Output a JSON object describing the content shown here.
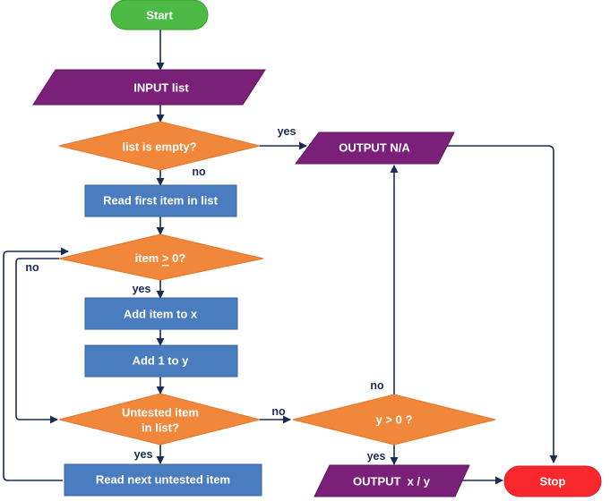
{
  "colors": {
    "terminal_start": "#4cba45",
    "terminal_start_stroke": "#3a9a35",
    "terminal_stop": "#f8282d",
    "terminal_stop_stroke": "#d41e22",
    "io": "#7a2079",
    "io_stroke": "#5c165b",
    "process": "#4a7cc0",
    "process_stroke": "#3a66a2",
    "decision": "#f0873a",
    "decision_stroke": "#e8752a",
    "connector": "#1a2b55"
  },
  "nodes": {
    "start": "Start",
    "input_list": "INPUT list",
    "list_empty": "list is empty?",
    "read_first": "Read first item in list",
    "item_check": {
      "pre": "item ",
      "op": ">",
      "post": " 0?"
    },
    "add_item": "Add item to x",
    "add_one": "Add 1 to y",
    "untested_line1": "Untested item",
    "untested_line2": "in list?",
    "read_next": "Read next untested item",
    "y_check": "y > 0 ?",
    "output_na": "OUTPUT N/A",
    "output_xy": "OUTPUT  x / y",
    "stop": "Stop"
  },
  "edge_labels": {
    "list_empty_yes": "yes",
    "list_empty_no": "no",
    "item_check_no": "no",
    "item_check_yes": "yes",
    "untested_no": "no",
    "untested_yes": "yes",
    "y_check_no": "no",
    "y_check_yes": "yes"
  }
}
